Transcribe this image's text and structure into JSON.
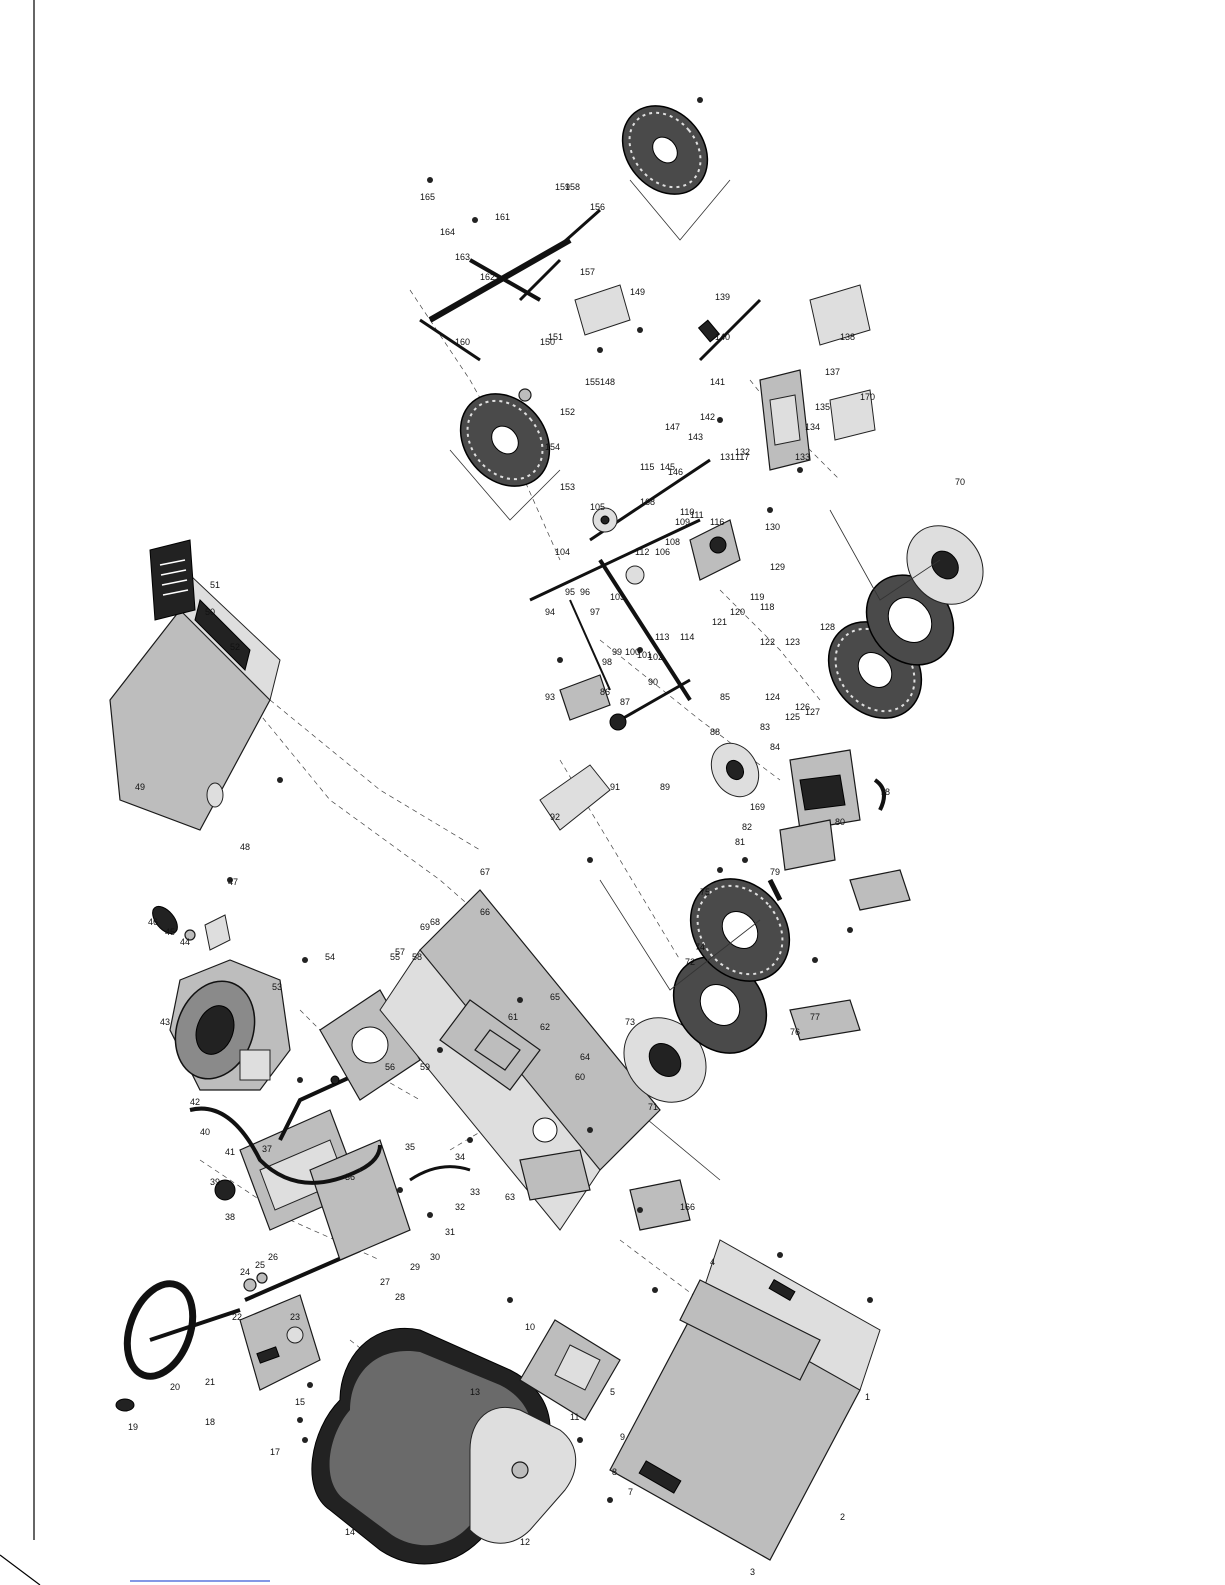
{
  "diagram": {
    "colors": {
      "ink": "#111111",
      "part_fill": "#bdbdbd",
      "tire_fill": "#4a4a4a",
      "paper": "#ffffff"
    },
    "callouts": {
      "c1": "1",
      "c2": "2",
      "c3": "3",
      "c4": "4",
      "c5": "5",
      "c7": "7",
      "c8": "8",
      "c9": "9",
      "c10": "10",
      "c11": "11",
      "c12": "12",
      "c13": "13",
      "c14": "14",
      "c15": "15",
      "c17": "17",
      "c18": "18",
      "c19": "19",
      "c20": "20",
      "c21": "21",
      "c22": "22",
      "c23": "23",
      "c24": "24",
      "c25": "25",
      "c26": "26",
      "c27": "27",
      "c28": "28",
      "c29": "29",
      "c30": "30",
      "c31": "31",
      "c32": "32",
      "c33": "33",
      "c34": "34",
      "c35": "35",
      "c36": "36",
      "c37": "37",
      "c38": "38",
      "c39": "39",
      "c40": "40",
      "c41": "41",
      "c42": "42",
      "c43": "43",
      "c44": "44",
      "c45": "45",
      "c46": "46",
      "c47": "47",
      "c48": "48",
      "c49": "49",
      "c50": "50",
      "c51": "51",
      "c52": "52",
      "c53": "53",
      "c54": "54",
      "c55": "55",
      "c56": "56",
      "c57": "57",
      "c58": "58",
      "c59": "59",
      "c60": "60",
      "c61": "61",
      "c62": "62",
      "c63": "63",
      "c64": "64",
      "c65": "65",
      "c66": "66",
      "c67": "67",
      "c68": "68",
      "c69": "69",
      "c70": "70",
      "c71": "71",
      "c72": "72",
      "c73": "73",
      "c74": "74",
      "c75": "75",
      "c76": "76",
      "c77": "77",
      "c78": "78",
      "c79": "79",
      "c80": "80",
      "c81": "81",
      "c82": "82",
      "c83": "83",
      "c84": "84",
      "c85": "85",
      "c86": "86",
      "c87": "87",
      "c88": "88",
      "c89": "89",
      "c90": "90",
      "c91": "91",
      "c92": "92",
      "c93": "93",
      "c94": "94",
      "c95": "95",
      "c96": "96",
      "c97": "97",
      "c98": "98",
      "c99": "99",
      "c100": "100",
      "c101": "101",
      "c102": "102",
      "c103": "103",
      "c104": "104",
      "c105": "105",
      "c106": "106",
      "c108": "108",
      "c109": "109",
      "c110": "110",
      "c111": "111",
      "c112": "112",
      "c113": "113",
      "c114": "114",
      "c115": "115",
      "c116": "116",
      "c117": "117",
      "c118": "118",
      "c119": "119",
      "c120": "120",
      "c121": "121",
      "c122": "122",
      "c123": "123",
      "c124": "124",
      "c125": "125",
      "c126": "126",
      "c127": "127",
      "c128": "128",
      "c129": "129",
      "c130": "130",
      "c131": "131",
      "c132": "132",
      "c133": "133",
      "c134": "134",
      "c135": "135",
      "c137": "137",
      "c138": "138",
      "c139": "139",
      "c140": "140",
      "c141": "141",
      "c142": "142",
      "c143": "143",
      "c145": "145",
      "c146": "146",
      "c147": "147",
      "c148": "148",
      "c149": "149",
      "c150": "150",
      "c151": "151",
      "c152": "152",
      "c153": "153",
      "c154": "154",
      "c155": "155",
      "c156": "156",
      "c157": "157",
      "c158": "158",
      "c159": "159",
      "c160": "160",
      "c161": "161",
      "c162": "162",
      "c163": "163",
      "c164": "164",
      "c165": "165",
      "c166": "166",
      "c168": "168",
      "c169": "169",
      "c170": "170"
    }
  }
}
